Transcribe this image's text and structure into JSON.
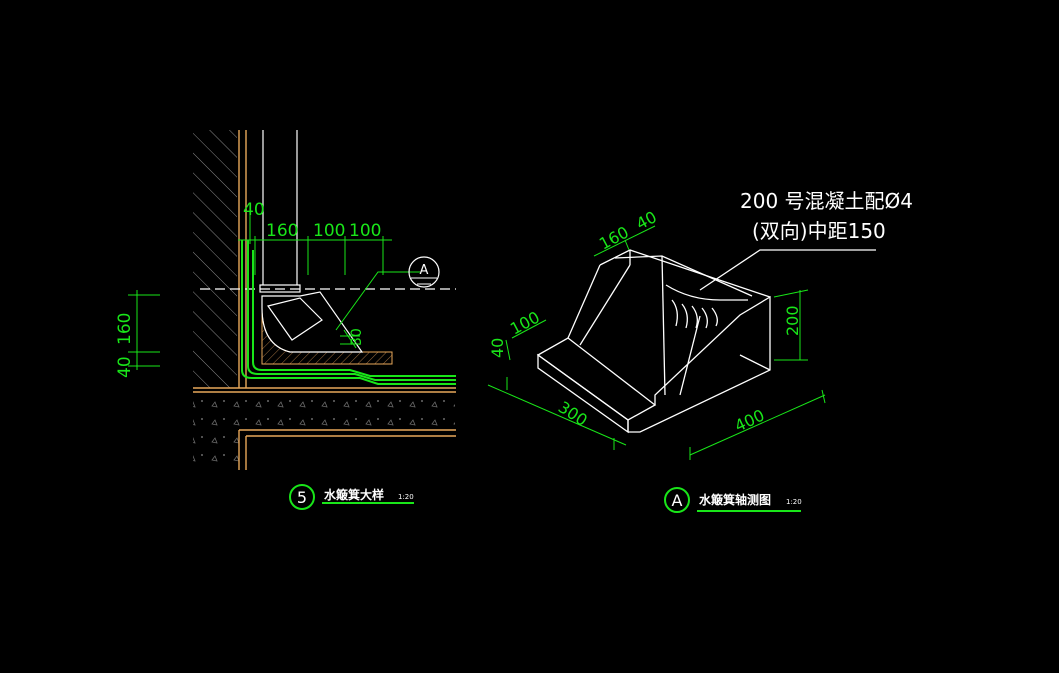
{
  "detail_5": {
    "number": "5",
    "title": "水簸箕大样",
    "scale": "1:20",
    "callout_tag": "A",
    "dims": {
      "d40_top": "40",
      "d160": "160",
      "d100_a": "100",
      "d100_b": "100",
      "d160_side": "160",
      "d40_side": "40",
      "d30": "30"
    }
  },
  "detail_A": {
    "number": "A",
    "title": "水簸箕轴测图",
    "scale": "1:20",
    "note_line1": "200 号混凝土配Ø4",
    "note_line2": "(双向)中距150",
    "dims": {
      "d160": "160",
      "d40": "40",
      "d100": "100",
      "d40_left": "40",
      "d200": "200",
      "d300": "300",
      "d400": "400"
    }
  },
  "colors": {
    "background": "#000000",
    "linework": "#ffffff",
    "dimension": "#19e619",
    "outline_orange": "#e8a85a",
    "hatch": "#8a8a8a",
    "hatch_dark": "#5a4a30"
  }
}
